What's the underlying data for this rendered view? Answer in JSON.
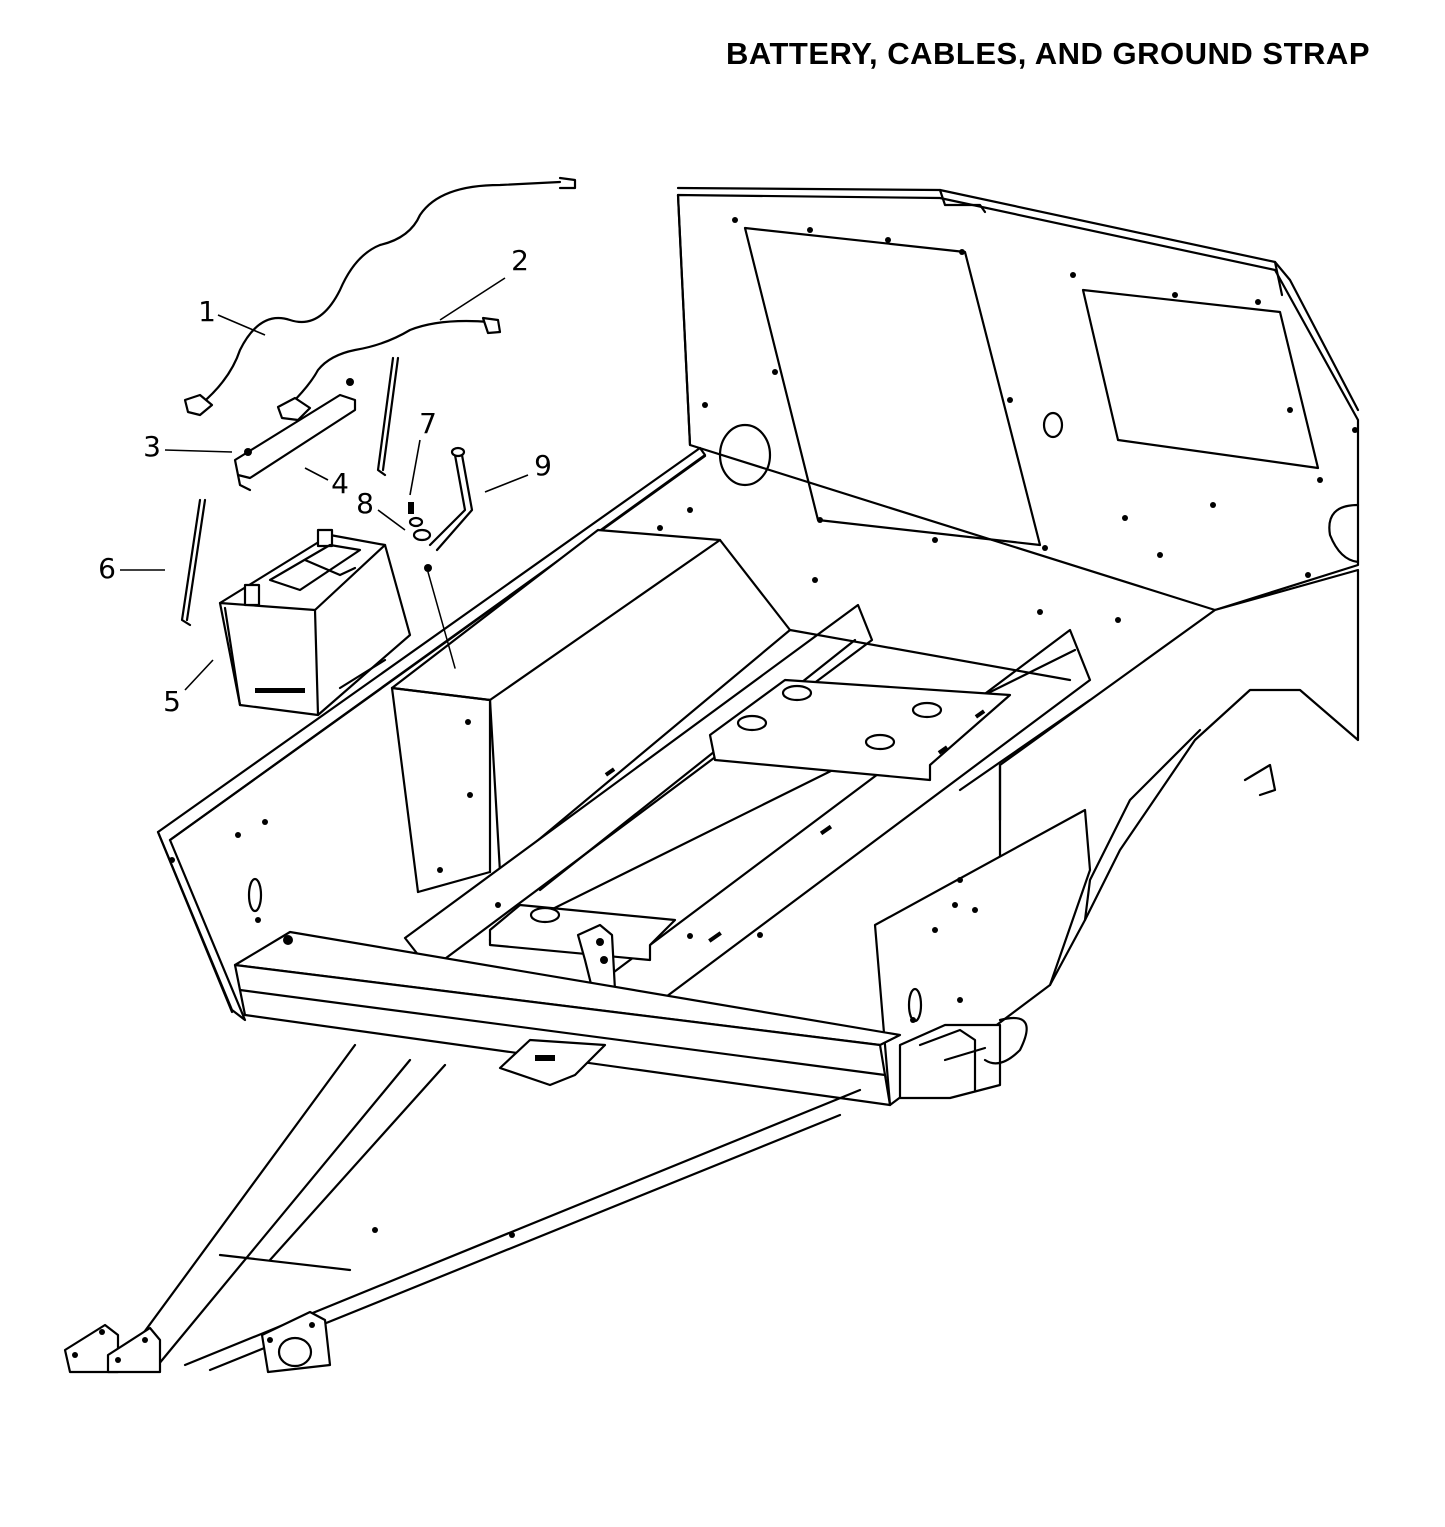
{
  "title": "BATTERY, CABLES, AND GROUND STRAP",
  "callouts": [
    {
      "label": "1"
    },
    {
      "label": "2"
    },
    {
      "label": "3"
    },
    {
      "label": "4"
    },
    {
      "label": "5"
    },
    {
      "label": "6"
    },
    {
      "label": "7"
    },
    {
      "label": "8"
    },
    {
      "label": "9"
    }
  ]
}
